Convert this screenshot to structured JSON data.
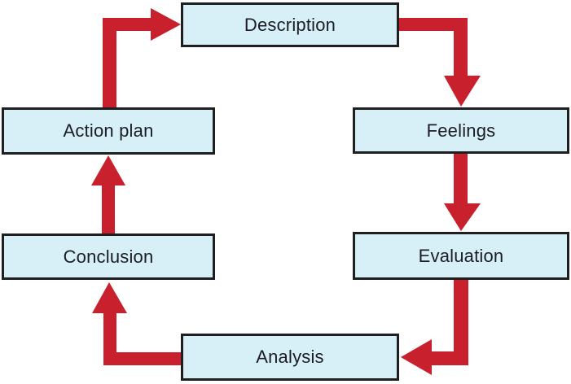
{
  "colors": {
    "arrow": "#c9202e",
    "node-fill": "#d7f0f8",
    "node-border": "#1f1f1f",
    "node-text": "#1c1c24",
    "background": "#ffffff"
  },
  "diagram": {
    "type": "cycle-flowchart",
    "nodes": [
      {
        "id": "description",
        "label": "Description"
      },
      {
        "id": "feelings",
        "label": "Feelings"
      },
      {
        "id": "evaluation",
        "label": "Evaluation"
      },
      {
        "id": "analysis",
        "label": "Analysis"
      },
      {
        "id": "conclusion",
        "label": "Conclusion"
      },
      {
        "id": "action-plan",
        "label": "Action plan"
      }
    ],
    "edges": [
      {
        "from": "description",
        "to": "feelings",
        "style": "elbow-right-down"
      },
      {
        "from": "feelings",
        "to": "evaluation",
        "style": "straight-down"
      },
      {
        "from": "evaluation",
        "to": "analysis",
        "style": "elbow-down-left"
      },
      {
        "from": "analysis",
        "to": "conclusion",
        "style": "elbow-left-up"
      },
      {
        "from": "conclusion",
        "to": "action-plan",
        "style": "straight-up"
      },
      {
        "from": "action-plan",
        "to": "description",
        "style": "elbow-up-right"
      }
    ]
  }
}
